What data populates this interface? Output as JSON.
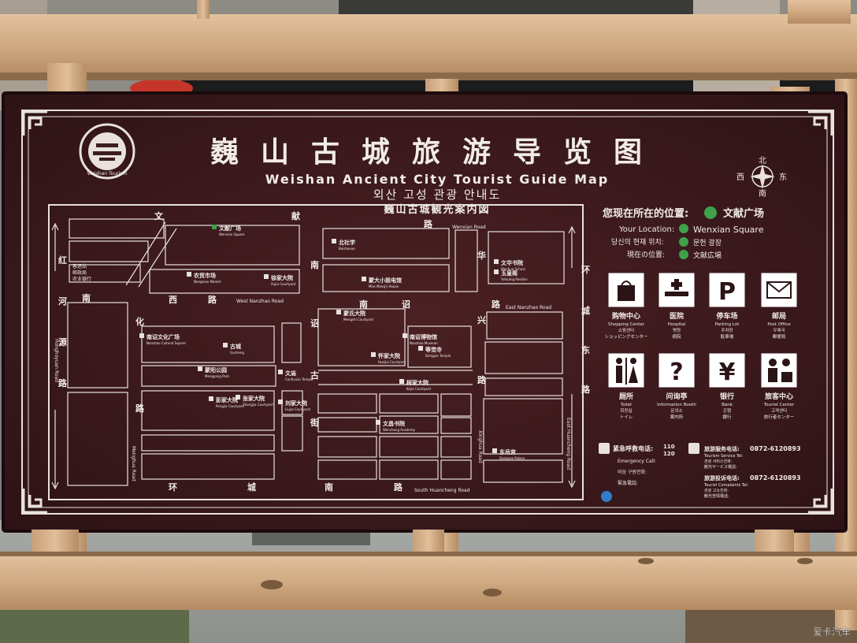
{
  "title": {
    "zh": "巍山古城旅游导览图",
    "en": "Weishan Ancient City Tourist Guide Map",
    "ko": "외산 고성 관광 안내도",
    "ja": "巍山古城観光案内図"
  },
  "emblem_text": "Weishan Tourism",
  "compass": {
    "north": "北",
    "south": "南",
    "east": "东",
    "west": "西"
  },
  "location": {
    "zh_label": "您现在所在的位置:",
    "zh_place": "文献广场",
    "en_label": "Your Location:",
    "en_place": "Wenxian Square",
    "ko_label": "당신의 현재 위치:",
    "ko_place": "문헌 광장",
    "ja_label": "現在の位置:",
    "ja_place": "文献広場"
  },
  "facilities": [
    {
      "icon": "shopping-bag-icon",
      "zh": "购物中心",
      "en": "Shopping Center",
      "ko": "쇼핑센터",
      "ja": "ショッピングセンター"
    },
    {
      "icon": "hospital-bed-icon",
      "zh": "医院",
      "en": "Hospital",
      "ko": "병원",
      "ja": "病院"
    },
    {
      "icon": "parking-icon",
      "glyph": "P",
      "zh": "停车场",
      "en": "Parking Lot",
      "ko": "주차장",
      "ja": "駐車場"
    },
    {
      "icon": "envelope-icon",
      "zh": "邮局",
      "en": "Post Office",
      "ko": "우체국",
      "ja": "郵便局"
    },
    {
      "icon": "toilet-icon",
      "zh": "厕所",
      "en": "Toilet",
      "ko": "화장실",
      "ja": "トイレ"
    },
    {
      "icon": "question-icon",
      "glyph": "?",
      "zh": "问询亭",
      "en": "Information Booth",
      "ko": "문의소",
      "ja": "案内所"
    },
    {
      "icon": "yen-icon",
      "glyph": "¥",
      "zh": "银行",
      "en": "Bank",
      "ko": "은행",
      "ja": "銀行"
    },
    {
      "icon": "tourist-center-icon",
      "zh": "旅客中心",
      "en": "Tourist Center",
      "ko": "고객센터",
      "ja": "旅行者センター"
    }
  ],
  "contacts": {
    "emergency": {
      "zh": "紧急呼救电话:",
      "numbers": [
        "110",
        "120"
      ],
      "en": "Emergency Call:",
      "ko": "비상 구원전화:",
      "ja": "緊急電話:"
    },
    "service": {
      "zh": "旅游服务电话:",
      "number": "0872-6120893",
      "en": "Tourism Service Tel:",
      "ko": "관광 서비스전화:",
      "ja": "観光サービス電話:"
    },
    "complaint": {
      "zh": "旅游投诉电话:",
      "number": "0872-6120893",
      "en": "Tourist Complaints Tel:",
      "ko": "관광 고소전화:",
      "ja": "観光苦情電話:"
    }
  },
  "map": {
    "road_labels": [
      {
        "text": "文",
        "style": "zh"
      },
      {
        "text": "献",
        "style": "zh"
      },
      {
        "text": "路",
        "style": "zh"
      },
      {
        "text": "Wenxian Road",
        "style": "en"
      },
      {
        "text": "华",
        "style": "zh"
      },
      {
        "text": "环",
        "style": "zh"
      },
      {
        "text": "城",
        "style": "zh"
      },
      {
        "text": "东",
        "style": "zh"
      },
      {
        "text": "路",
        "style": "zh"
      },
      {
        "text": "East Huancheng Road",
        "style": "en-v"
      },
      {
        "text": "红",
        "style": "zh"
      },
      {
        "text": "河",
        "style": "zh"
      },
      {
        "text": "源",
        "style": "zh"
      },
      {
        "text": "路",
        "style": "zh"
      },
      {
        "text": "Honghoyuan Road",
        "style": "en-v"
      },
      {
        "text": "南",
        "style": "zh"
      },
      {
        "text": "西",
        "style": "zh"
      },
      {
        "text": "路",
        "style": "zh"
      },
      {
        "text": "West Nanzhao Road",
        "style": "en"
      },
      {
        "text": "南",
        "style": "zh"
      },
      {
        "text": "诏",
        "style": "zh"
      },
      {
        "text": "路",
        "style": "zh"
      },
      {
        "text": "East Nanzhao Road",
        "style": "en"
      },
      {
        "text": "兴",
        "style": "zh"
      },
      {
        "text": "化",
        "style": "zh"
      },
      {
        "text": "路",
        "style": "zh"
      },
      {
        "text": "Menghua Road",
        "style": "en-v"
      },
      {
        "text": "环",
        "style": "zh"
      },
      {
        "text": "城",
        "style": "zh"
      },
      {
        "text": "南",
        "style": "zh"
      },
      {
        "text": "路",
        "style": "zh"
      },
      {
        "text": "South Huancheng Road",
        "style": "en"
      },
      {
        "text": "南",
        "style": "zh"
      },
      {
        "text": "诏",
        "style": "zh"
      },
      {
        "text": "古",
        "style": "zh"
      },
      {
        "text": "街",
        "style": "zh"
      },
      {
        "text": "路",
        "style": "zh"
      },
      {
        "text": "Xinghua Road",
        "style": "en-v"
      }
    ],
    "places": [
      {
        "zh": "文献广场",
        "en": "Wenxian Square"
      },
      {
        "zh": "北社学",
        "en": "Beishexue"
      },
      {
        "zh": "文华书院",
        "en": "Wenhua School"
      },
      {
        "zh": "玉皇阁",
        "en": "Yuhuang Pavilion"
      },
      {
        "zh": "农贸市场",
        "en": "Nongmao Market"
      },
      {
        "zh": "徐家大院",
        "en": "Xujia Courtyard"
      },
      {
        "zh": "蒙大小姐电馆",
        "en": "Miss Meng's House"
      },
      {
        "zh": "蒙氏大院",
        "en": "Mengshi Courtyard"
      },
      {
        "zh": "南诏文化广场",
        "en": "Nanzhao Cultural Square"
      },
      {
        "zh": "古城",
        "en": "Gucheng"
      },
      {
        "zh": "南诏博物馆",
        "en": "Nanzhao Museum"
      },
      {
        "zh": "等觉寺",
        "en": "Dengjue Temple"
      },
      {
        "zh": "蒙阳公园",
        "en": "Mengyang Park"
      },
      {
        "zh": "文庙",
        "en": "Confucian Temple"
      },
      {
        "zh": "张家大院",
        "en": "Zhangjia Courtyard"
      },
      {
        "zh": "怀家大院",
        "en": "Huaijia Courtyard"
      },
      {
        "zh": "柯家大院",
        "en": "Kejia Courtyard"
      },
      {
        "zh": "彭家大院",
        "en": "Pengjia Courtyard"
      },
      {
        "zh": "刘家大院",
        "en": "Liujia Courtyard"
      },
      {
        "zh": "文昌书院",
        "en": "Wenchang Academy"
      },
      {
        "zh": "东岳宫",
        "en": "Dongyue Palace"
      }
    ],
    "legend_small": [
      {
        "text": "客运站"
      },
      {
        "text": "邮政局"
      },
      {
        "text": "农业银行"
      }
    ]
  },
  "watermark": "爱卡汽车",
  "colors": {
    "board": "#3d1c1f",
    "board_dark": "#2c1215",
    "line": "#e8e1dc",
    "wood": "#d9b893",
    "wood_dark": "#b68e66",
    "accent_green": "#3da24a"
  }
}
